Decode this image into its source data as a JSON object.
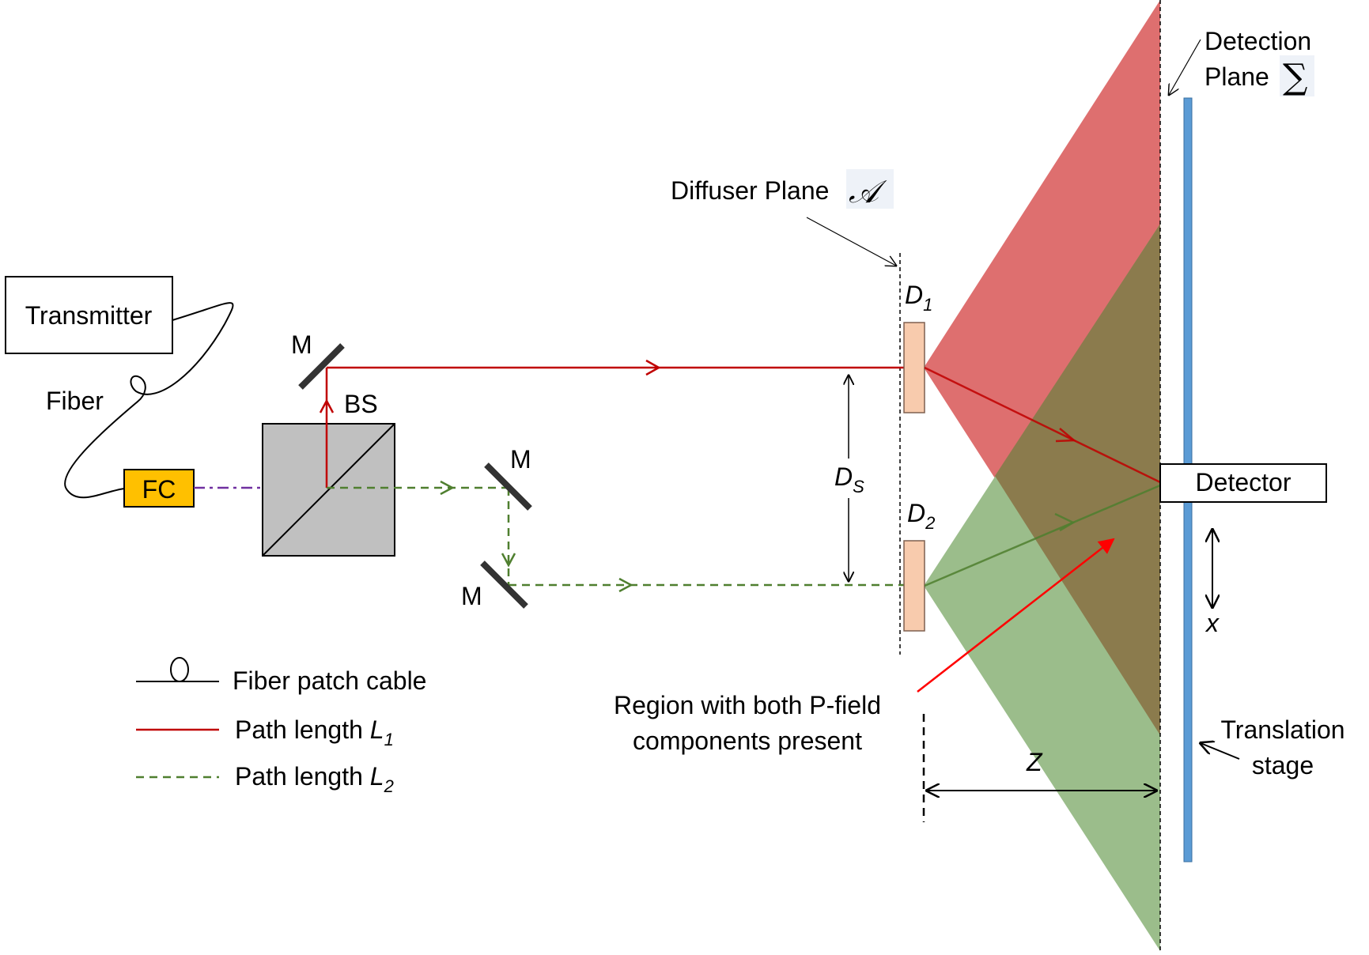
{
  "labels": {
    "transmitter": "Transmitter",
    "fiber": "Fiber",
    "fc": "FC",
    "bs": "BS",
    "mirror": "M",
    "diffuser_plane": "Diffuser Plane",
    "diffuser_symbol": "𝒜",
    "d1_letter": "D",
    "d1_sub": "1",
    "d2_letter": "D",
    "d2_sub": "2",
    "ds_letter": "D",
    "ds_sub": "S",
    "detection_line1": "Detection",
    "detection_line2": "Plane",
    "detection_symbol": "∑",
    "detector": "Detector",
    "x": "x",
    "z": "Z",
    "translation_line1": "Translation",
    "translation_line2": "stage",
    "region_line1": "Region with both P-field",
    "region_line2": "components present"
  },
  "legend": {
    "fiber_patch": "Fiber patch cable",
    "path1_prefix": "Path length ",
    "path1_var": "L",
    "path1_sub": "1",
    "path2_prefix": "Path length ",
    "path2_var": "L",
    "path2_sub": "2"
  },
  "colors": {
    "red_beam": "#c00000",
    "green_beam": "#4f7f2f",
    "purple_beam": "#7030a0",
    "red_cone": "#de6f6f",
    "green_cone": "#9bbd8b",
    "overlap": "#8b7b4d",
    "diffuser": "#f8cbad",
    "fc_box": "#ffc000",
    "bs_box": "#c0c0c0",
    "stage_bar": "#5b9bd5",
    "pointer_red": "#ff0000"
  }
}
